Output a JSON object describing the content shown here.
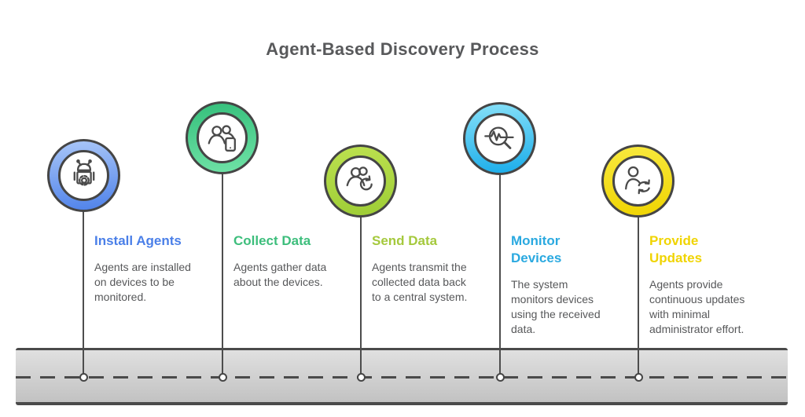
{
  "title": "Agent-Based Discovery Process",
  "colors": {
    "title_color": "#58595b",
    "description_color": "#57585a",
    "outline_color": "#4a4a4a",
    "road_fill_top": "#e0e0e0",
    "road_fill_bottom": "#c2c2c2",
    "road_line_color": "#4a4a4a"
  },
  "steps": [
    {
      "id": "install-agents",
      "icon": "robot-gear-icon",
      "heading": "Install Agents",
      "heading_color": "#4a7fe8",
      "ring_gradient": [
        "#a9c6f7",
        "#4f82ea"
      ],
      "description": "Agents are installed\non devices to be\nmonitored."
    },
    {
      "id": "collect-data",
      "icon": "users-device-icon",
      "heading": "Collect Data",
      "heading_color": "#3dbe7c",
      "ring_gradient": [
        "#36c07c",
        "#6fe2a6"
      ],
      "description": "Agents gather data\nabout the devices."
    },
    {
      "id": "send-data",
      "icon": "users-sync-icon",
      "heading": "Send Data",
      "heading_color": "#a5c93d",
      "ring_gradient": [
        "#bce14f",
        "#9ecd36"
      ],
      "description": "Agents transmit the\ncollected data back\nto a central system."
    },
    {
      "id": "monitor-devices",
      "icon": "magnifier-pulse-icon",
      "heading": "Monitor\nDevices",
      "heading_color": "#2aa9e0",
      "ring_gradient": [
        "#86e0f8",
        "#1badea"
      ],
      "description": "The system\nmonitors devices\nusing the received\ndata."
    },
    {
      "id": "provide-updates",
      "icon": "user-sync-icon",
      "heading": "Provide\nUpdates",
      "heading_color": "#f0d402",
      "ring_gradient": [
        "#f8e93e",
        "#efd402"
      ],
      "description": "Agents provide\ncontinuous updates\nwith minimal\nadministrator effort."
    }
  ]
}
